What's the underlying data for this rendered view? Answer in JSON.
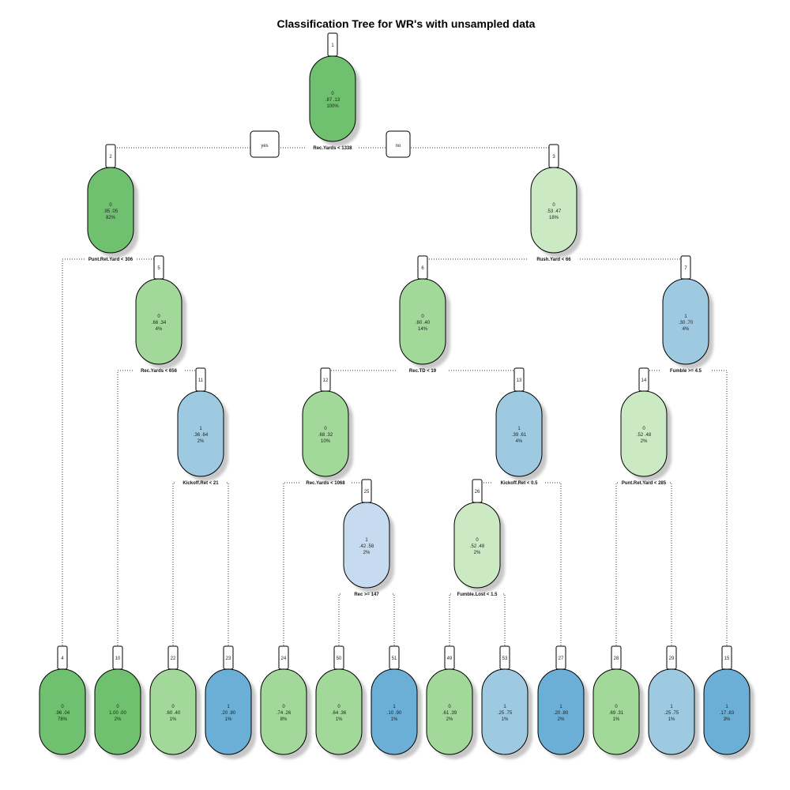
{
  "title": "Classification Tree for WR's with unsampled data",
  "branch_labels": {
    "yes": "yes",
    "no": "no"
  },
  "colors": {
    "green_dark": "#6fc170",
    "green_mid": "#a2d89a",
    "green_light": "#cbeac4",
    "blue_light": "#9ecae1",
    "blue_pale": "#c6dbef",
    "blue_mid": "#6baed6"
  },
  "nodes": [
    {
      "id": "1",
      "cls": "0",
      "probs": ".87  .13",
      "pct": "100%",
      "split": "Rec.Yards < 1338",
      "color": "green_dark"
    },
    {
      "id": "2",
      "cls": "0",
      "probs": ".95  .05",
      "pct": "82%",
      "split": "Punt.Ret.Yard < 306",
      "color": "green_dark"
    },
    {
      "id": "3",
      "cls": "0",
      "probs": ".53  .47",
      "pct": "18%",
      "split": "Rush.Yard < 66",
      "color": "green_light"
    },
    {
      "id": "5",
      "cls": "0",
      "probs": ".66  .34",
      "pct": "4%",
      "split": "Rec.Yards < 656",
      "color": "green_mid"
    },
    {
      "id": "6",
      "cls": "0",
      "probs": ".60  .40",
      "pct": "14%",
      "split": "Rec.TD < 19",
      "color": "green_mid"
    },
    {
      "id": "7",
      "cls": "1",
      "probs": ".30  .70",
      "pct": "4%",
      "split": "Fumble >= 4.5",
      "color": "blue_light"
    },
    {
      "id": "11",
      "cls": "1",
      "probs": ".36  .64",
      "pct": "2%",
      "split": "Kickoff.Ret < 21",
      "color": "blue_light"
    },
    {
      "id": "12",
      "cls": "0",
      "probs": ".68  .32",
      "pct": "10%",
      "split": "Rec.Yards < 1068",
      "color": "green_mid"
    },
    {
      "id": "13",
      "cls": "1",
      "probs": ".39  .61",
      "pct": "4%",
      "split": "Kickoff.Ret < 0.5",
      "color": "blue_light"
    },
    {
      "id": "14",
      "cls": "0",
      "probs": ".52  .48",
      "pct": "2%",
      "split": "Punt.Ret.Yard < 285",
      "color": "green_light"
    },
    {
      "id": "25",
      "cls": "1",
      "probs": ".42  .58",
      "pct": "2%",
      "split": "Rec >= 147",
      "color": "blue_pale"
    },
    {
      "id": "26",
      "cls": "0",
      "probs": ".52  .48",
      "pct": "2%",
      "split": "Fumble.Lost < 1.5",
      "color": "green_light"
    },
    {
      "id": "4",
      "cls": "0",
      "probs": ".96  .04",
      "pct": "78%",
      "color": "green_dark"
    },
    {
      "id": "10",
      "cls": "0",
      "probs": "1.00  .00",
      "pct": "2%",
      "color": "green_dark"
    },
    {
      "id": "22",
      "cls": "0",
      "probs": ".60  .40",
      "pct": "1%",
      "color": "green_mid"
    },
    {
      "id": "23",
      "cls": "1",
      "probs": ".20  .80",
      "pct": "1%",
      "color": "blue_mid"
    },
    {
      "id": "24",
      "cls": "0",
      "probs": ".74  .26",
      "pct": "8%",
      "color": "green_mid"
    },
    {
      "id": "50",
      "cls": "0",
      "probs": ".64  .36",
      "pct": "1%",
      "color": "green_mid"
    },
    {
      "id": "51",
      "cls": "1",
      "probs": ".10  .90",
      "pct": "1%",
      "color": "blue_mid"
    },
    {
      "id": "49",
      "cls": "0",
      "probs": ".61  .39",
      "pct": "2%",
      "color": "green_mid"
    },
    {
      "id": "53",
      "cls": "1",
      "probs": ".25  .75",
      "pct": "1%",
      "color": "blue_light"
    },
    {
      "id": "27",
      "cls": "1",
      "probs": ".20  .80",
      "pct": "2%",
      "color": "blue_mid"
    },
    {
      "id": "28",
      "cls": "0",
      "probs": ".69  .31",
      "pct": "1%",
      "color": "green_mid"
    },
    {
      "id": "29",
      "cls": "1",
      "probs": ".25  .75",
      "pct": "1%",
      "color": "blue_light"
    },
    {
      "id": "15",
      "cls": "1",
      "probs": ".17  .83",
      "pct": "3%",
      "color": "blue_mid"
    }
  ]
}
